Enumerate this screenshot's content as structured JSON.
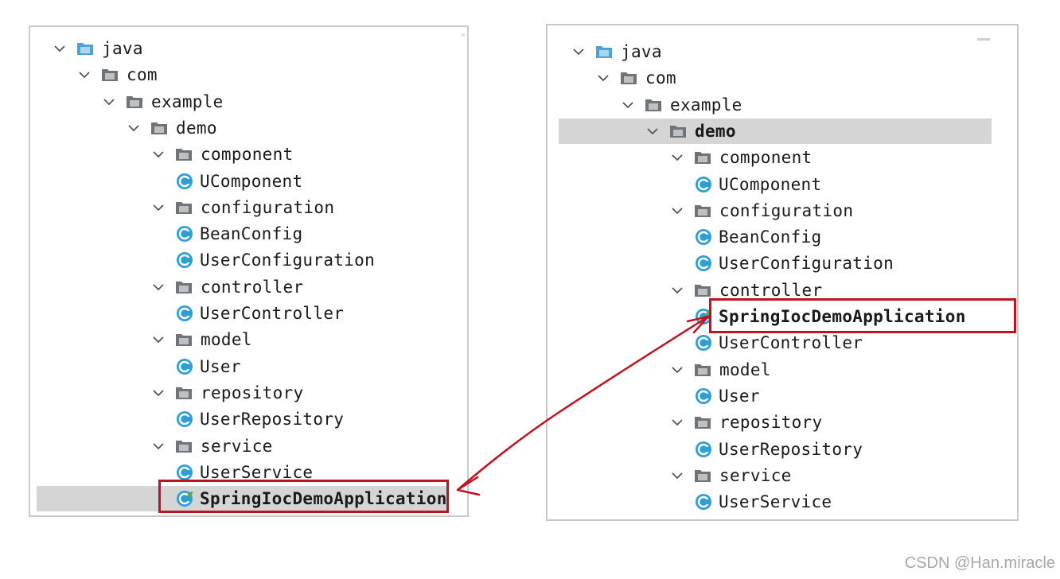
{
  "left_tree": {
    "rows": [
      {
        "label": "java",
        "type": "source-root",
        "expanded": true,
        "depth": 0
      },
      {
        "label": "com",
        "type": "package",
        "expanded": true,
        "depth": 1
      },
      {
        "label": "example",
        "type": "package",
        "expanded": true,
        "depth": 2
      },
      {
        "label": "demo",
        "type": "package",
        "expanded": true,
        "depth": 3
      },
      {
        "label": "component",
        "type": "package",
        "expanded": true,
        "depth": 4
      },
      {
        "label": "UComponent",
        "type": "class",
        "depth": 5
      },
      {
        "label": "configuration",
        "type": "package",
        "expanded": true,
        "depth": 4
      },
      {
        "label": "BeanConfig",
        "type": "class",
        "depth": 5
      },
      {
        "label": "UserConfiguration",
        "type": "class",
        "depth": 5
      },
      {
        "label": "controller",
        "type": "package",
        "expanded": true,
        "depth": 4
      },
      {
        "label": "UserController",
        "type": "class",
        "depth": 5
      },
      {
        "label": "model",
        "type": "package",
        "expanded": true,
        "depth": 4
      },
      {
        "label": "User",
        "type": "class",
        "depth": 5
      },
      {
        "label": "repository",
        "type": "package",
        "expanded": true,
        "depth": 4
      },
      {
        "label": "UserRepository",
        "type": "class",
        "depth": 5
      },
      {
        "label": "service",
        "type": "package",
        "expanded": true,
        "depth": 4
      },
      {
        "label": "UserService",
        "type": "class",
        "depth": 5
      },
      {
        "label": "SpringIocDemoApplication",
        "type": "spring-app",
        "depth": 5,
        "selected": true,
        "highlighted": true
      }
    ]
  },
  "right_tree": {
    "rows": [
      {
        "label": "java",
        "type": "source-root",
        "expanded": true,
        "depth": 0
      },
      {
        "label": "com",
        "type": "package",
        "expanded": true,
        "depth": 1
      },
      {
        "label": "example",
        "type": "package",
        "expanded": true,
        "depth": 2
      },
      {
        "label": "demo",
        "type": "package",
        "expanded": true,
        "depth": 3,
        "selected": true
      },
      {
        "label": "component",
        "type": "package",
        "expanded": true,
        "depth": 4
      },
      {
        "label": "UComponent",
        "type": "class",
        "depth": 5
      },
      {
        "label": "configuration",
        "type": "package",
        "expanded": true,
        "depth": 4
      },
      {
        "label": "BeanConfig",
        "type": "class",
        "depth": 5
      },
      {
        "label": "UserConfiguration",
        "type": "class",
        "depth": 5
      },
      {
        "label": "controller",
        "type": "package",
        "expanded": true,
        "depth": 4
      },
      {
        "label": "SpringIocDemoApplication",
        "type": "spring-app",
        "depth": 5,
        "highlighted": true
      },
      {
        "label": "UserController",
        "type": "class",
        "depth": 5
      },
      {
        "label": "model",
        "type": "package",
        "expanded": true,
        "depth": 4
      },
      {
        "label": "User",
        "type": "class",
        "depth": 5
      },
      {
        "label": "repository",
        "type": "package",
        "expanded": true,
        "depth": 4
      },
      {
        "label": "UserRepository",
        "type": "class",
        "depth": 5
      },
      {
        "label": "service",
        "type": "package",
        "expanded": true,
        "depth": 4
      },
      {
        "label": "UserService",
        "type": "class",
        "depth": 5
      }
    ]
  },
  "icons": {
    "chevron": "chevron-down-icon",
    "folder": "folder-icon",
    "source_root": "source-root-folder-icon",
    "class": "class-icon",
    "spring_app": "spring-boot-class-icon"
  },
  "colors": {
    "highlight": "#c0131f",
    "selection": "#d5d5d5",
    "folder": "#6f7479",
    "source_root": "#4aa3d9",
    "class_fill": "#2e9fd6",
    "spring_leaf": "#4caf50"
  },
  "watermark": "CSDN @Han.miracle"
}
